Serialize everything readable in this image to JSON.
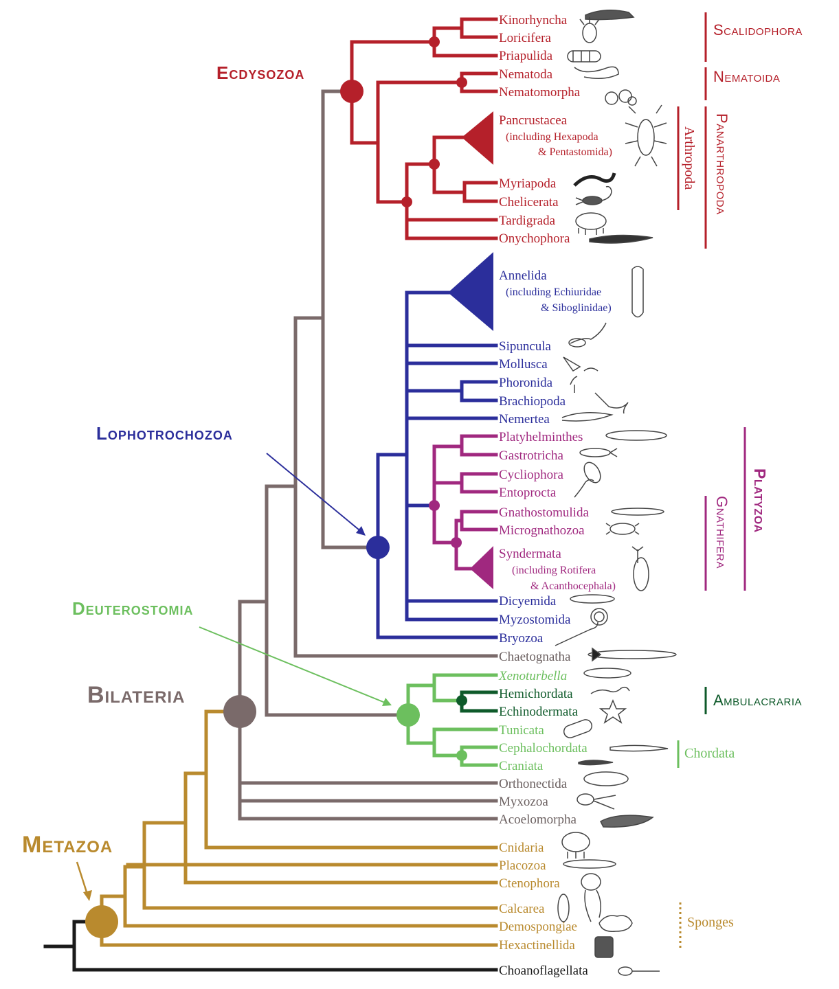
{
  "colors": {
    "ecdysozoa": "#b5202a",
    "lophotrochozoa": "#2b2e9b",
    "platyzoa": "#a0287f",
    "deuterostomia": "#6cbf5e",
    "ambulacraria": "#0e5a2a",
    "bilateria": "#7a6a6a",
    "metazoa": "#b98a2e",
    "outgroup": "#1a1a1a"
  },
  "clades": {
    "ecdysozoa": "Ecdysozoa",
    "lophotrochozoa": "Lophotrochozoa",
    "deuterostomia": "Deuterostomia",
    "bilateria": "Bilateria",
    "metazoa": "Metazoa"
  },
  "groups": {
    "scalidophora": "Scalidophora",
    "nematoida": "Nematoida",
    "arthropoda": "Arthropoda",
    "panarthropoda": "Panarthropoda",
    "platyzoa": "Platyzoa",
    "gnathifera": "Gnathifera",
    "ambulacraria": "Ambulacraria",
    "chordata": "Chordata",
    "sponges": "Sponges"
  },
  "taxa": {
    "kinorhyncha": "Kinorhyncha",
    "loricifera": "Loricifera",
    "priapulida": "Priapulida",
    "nematoda": "Nematoda",
    "nematomorpha": "Nematomorpha",
    "pancrustacea": "Pancrustacea",
    "pancrustacea_sub1": "(including Hexapoda",
    "pancrustacea_sub2": "& Pentastomida)",
    "myriapoda": "Myriapoda",
    "chelicerata": "Chelicerata",
    "tardigrada": "Tardigrada",
    "onychophora": "Onychophora",
    "annelida": "Annelida",
    "annelida_sub1": "(including Echiuridae",
    "annelida_sub2": "& Siboglinidae)",
    "sipuncula": "Sipuncula",
    "mollusca": "Mollusca",
    "phoronida": "Phoronida",
    "brachiopoda": "Brachiopoda",
    "nemertea": "Nemertea",
    "platyhelminthes": "Platyhelminthes",
    "gastrotricha": "Gastrotricha",
    "cycliophora": "Cycliophora",
    "entoprocta": "Entoprocta",
    "gnathostomulida": "Gnathostomulida",
    "micrognathozoa": "Micrognathozoa",
    "syndermata": "Syndermata",
    "syndermata_sub1": "(including Rotifera",
    "syndermata_sub2": "& Acanthocephala)",
    "dicyemida": "Dicyemida",
    "myzostomida": "Myzostomida",
    "bryozoa": "Bryozoa",
    "chaetognatha": "Chaetognatha",
    "xenoturbella": "Xenoturbella",
    "hemichordata": "Hemichordata",
    "echinodermata": "Echinodermata",
    "tunicata": "Tunicata",
    "cephalochordata": "Cephalochordata",
    "craniata": "Craniata",
    "orthonectida": "Orthonectida",
    "myxozoa": "Myxozoa",
    "acoelomorpha": "Acoelomorpha",
    "cnidaria": "Cnidaria",
    "placozoa": "Placozoa",
    "ctenophora": "Ctenophora",
    "calcarea": "Calcarea",
    "demospongiae": "Demospongiae",
    "hexactinellida": "Hexactinellida",
    "choanoflagellata": "Choanoflagellata"
  },
  "illustrations": [
    "kinorhynch-icon",
    "loricifera-icon",
    "priapulid-icon",
    "nematode-icon",
    "nematomorph-icon",
    "crayfish-icon",
    "centipede-icon",
    "scorpion-icon",
    "tardigrade-icon",
    "velvet-worm-icon",
    "annelid-icon",
    "sipunculan-icon",
    "snail-icon",
    "phoronid-icon",
    "brachiopod-icon",
    "nemertean-icon",
    "flatworm-icon",
    "gastrotrich-icon",
    "cycliophoran-icon",
    "entoproct-icon",
    "gnathostomulid-icon",
    "micrognathozoan-icon",
    "rotifer-icon",
    "dicyemid-icon",
    "myzostomid-icon",
    "bryozoan-icon",
    "arrow-worm-icon",
    "xenoturbella-icon",
    "acorn-worm-icon",
    "starfish-icon",
    "tunicate-icon",
    "lancelet-icon",
    "fish-icon",
    "orthonectid-icon",
    "myxozoan-icon",
    "acoel-icon",
    "jellyfish-icon",
    "placozoan-icon",
    "comb-jelly-icon",
    "calcareous-sponge-icon",
    "demosponge-icon",
    "glass-sponge-icon",
    "choanoflagellate-icon"
  ]
}
